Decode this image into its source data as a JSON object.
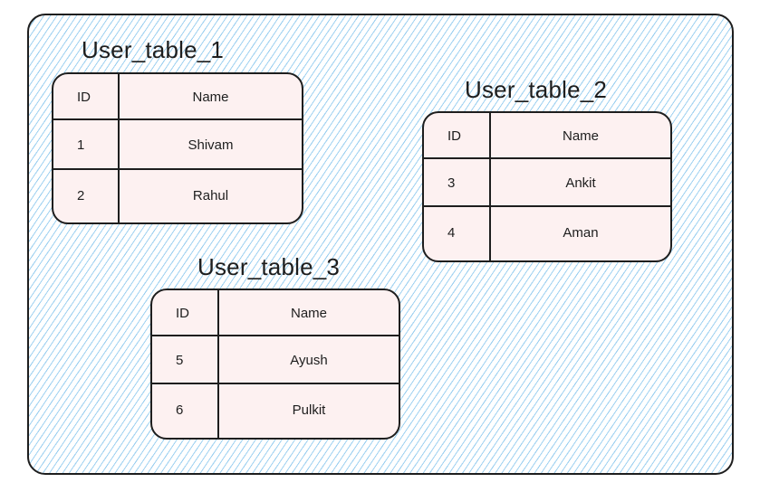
{
  "tables": [
    {
      "title": "User_table_1",
      "header": {
        "id": "ID",
        "name": "Name"
      },
      "rows": [
        {
          "id": "1",
          "name": "Shivam"
        },
        {
          "id": "2",
          "name": "Rahul"
        }
      ]
    },
    {
      "title": "User_table_2",
      "header": {
        "id": "ID",
        "name": "Name"
      },
      "rows": [
        {
          "id": "3",
          "name": "Ankit"
        },
        {
          "id": "4",
          "name": "Aman"
        }
      ]
    },
    {
      "title": "User_table_3",
      "header": {
        "id": "ID",
        "name": "Name"
      },
      "rows": [
        {
          "id": "5",
          "name": "Ayush"
        },
        {
          "id": "6",
          "name": "Pulkit"
        }
      ]
    }
  ],
  "colors": {
    "stroke": "#1e1e1e",
    "table_fill": "#fdf1f1",
    "hatch": "#8cc8ee"
  }
}
